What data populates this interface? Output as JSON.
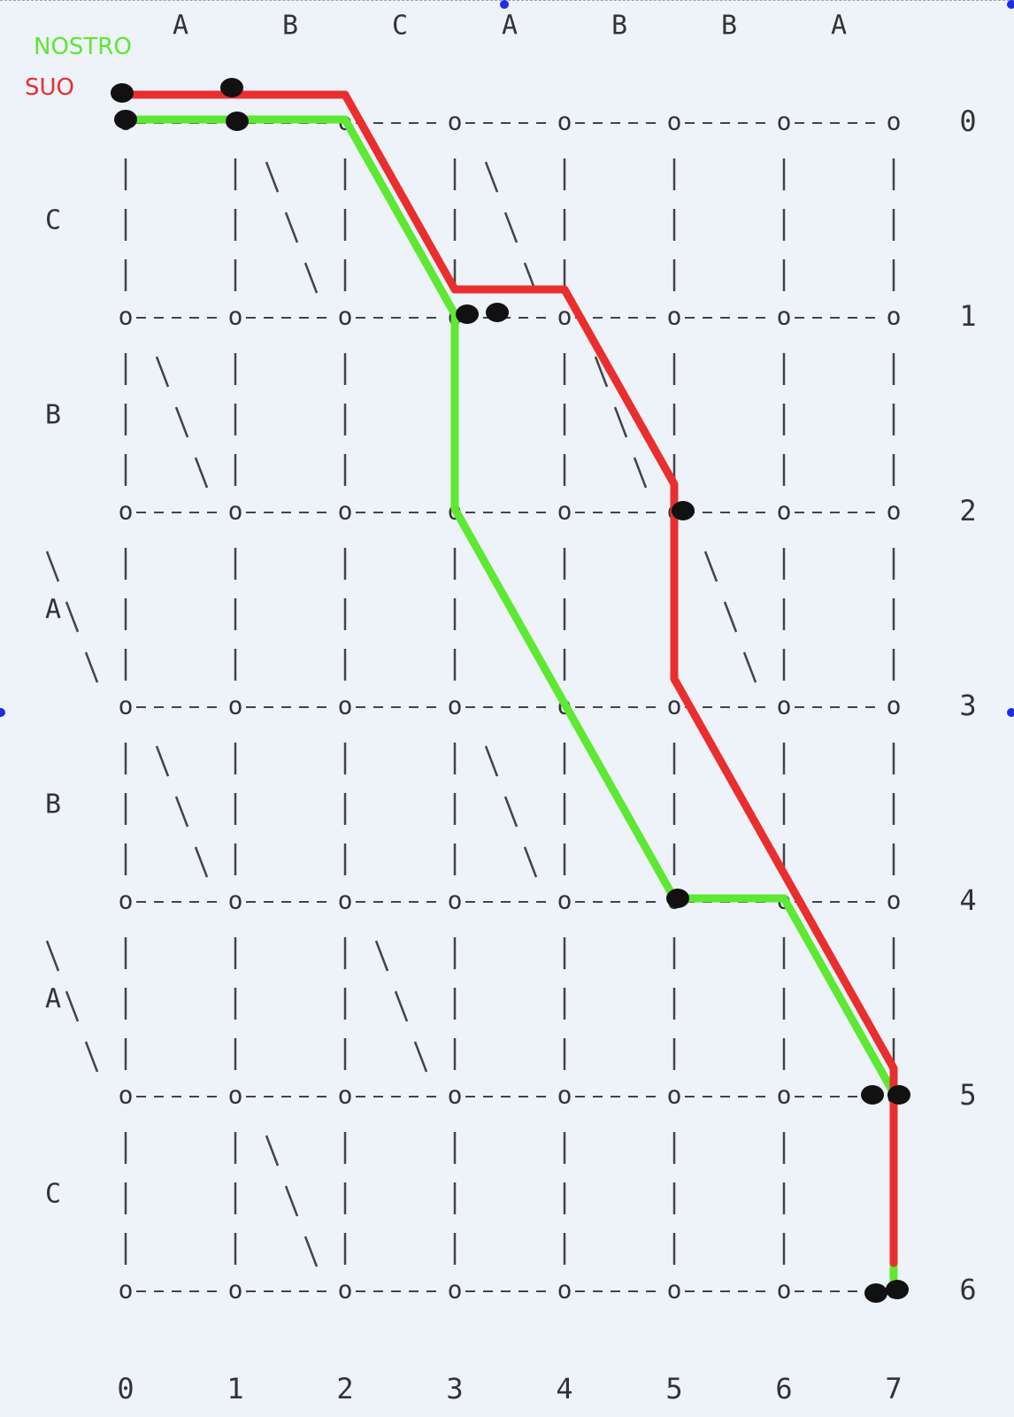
{
  "legend": {
    "ours": {
      "label": "NOSTRO",
      "color": "#5de832"
    },
    "theirs": {
      "label": "SUO",
      "color": "#ea2e2e"
    }
  },
  "grid": {
    "top_sequence": [
      "A",
      "B",
      "C",
      "A",
      "B",
      "B",
      "A"
    ],
    "left_sequence": [
      "C",
      "B",
      "A",
      "B",
      "A",
      "C"
    ],
    "x_numbers": [
      "0",
      "1",
      "2",
      "3",
      "4",
      "5",
      "6",
      "7"
    ],
    "y_numbers": [
      "0",
      "1",
      "2",
      "3",
      "4",
      "5",
      "6"
    ],
    "diagonals": [
      [
        1,
        2
      ],
      [
        5,
        2
      ],
      [
        2,
        1
      ],
      [
        4,
        1
      ],
      [
        0,
        3
      ],
      [
        6,
        3
      ],
      [
        1,
        4
      ],
      [
        4,
        4
      ],
      [
        0,
        5
      ],
      [
        3,
        5
      ],
      [
        2,
        6
      ]
    ],
    "text_color": "#333333"
  },
  "paths": {
    "ours": [
      [
        0,
        0
      ],
      [
        1,
        0
      ],
      [
        2,
        0
      ],
      [
        3,
        1
      ],
      [
        3,
        2
      ],
      [
        4,
        3
      ],
      [
        5,
        4
      ],
      [
        6,
        4
      ],
      [
        7,
        5
      ],
      [
        7,
        6
      ]
    ],
    "theirs": [
      [
        0,
        0
      ],
      [
        1,
        0
      ],
      [
        2,
        0
      ],
      [
        3,
        1
      ],
      [
        4,
        1
      ],
      [
        5,
        2
      ],
      [
        5,
        3
      ],
      [
        6,
        4
      ],
      [
        7,
        5
      ],
      [
        7,
        6
      ]
    ]
  },
  "handle_color": "#1e2ee6"
}
